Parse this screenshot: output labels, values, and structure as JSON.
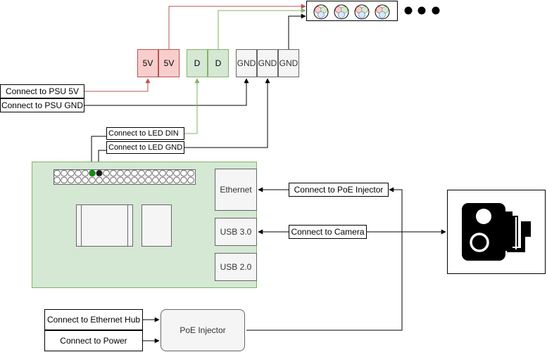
{
  "power_terminals": [
    "5V",
    "5V"
  ],
  "data_terminals": [
    "D",
    "D"
  ],
  "ground_terminals": [
    "GND",
    "GND",
    "GND"
  ],
  "labels": {
    "psu_5v": "Connect to PSU 5V",
    "psu_gnd": "Connect to PSU GND",
    "led_din": "Connect to LED DIN",
    "led_gnd": "Connect to LED GND",
    "poe_injector_conn": "Connect to PoE Injector",
    "camera_conn": "Connect to Camera",
    "ethernet_hub": "Connect to Ethernet Hub",
    "power": "Connect to Power"
  },
  "board_ports": {
    "ethernet": "Ethernet",
    "usb3": "USB 3.0",
    "usb2": "USB 2.0"
  },
  "poe_injector": "PoE Injector",
  "led_strip": {
    "pixel_count": 4,
    "continuation": "●●●"
  },
  "colors": {
    "power_wire": "#b85450",
    "data_wire": "#82b366",
    "ground_wire": "#000000",
    "board_fill": "#d5e8d4",
    "active_pin_data": "#009900",
    "active_pin_ground": "#1a1a1a"
  },
  "icons": {
    "camera": "speed-camera-icon",
    "led_pixel": "rgb-led-icon"
  }
}
